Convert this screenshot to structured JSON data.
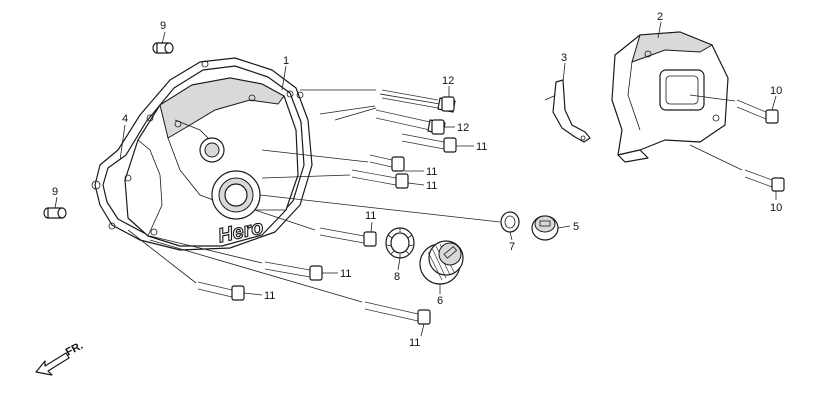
{
  "logo_text": "Hero",
  "direction_label": "FR.",
  "callouts": [
    {
      "id": "c9a",
      "label": "9"
    },
    {
      "id": "c9b",
      "label": "9"
    },
    {
      "id": "c1",
      "label": "1"
    },
    {
      "id": "c4",
      "label": "4"
    },
    {
      "id": "c2",
      "label": "2"
    },
    {
      "id": "c3",
      "label": "3"
    },
    {
      "id": "c12a",
      "label": "12"
    },
    {
      "id": "c12b",
      "label": "12"
    },
    {
      "id": "c11a",
      "label": "11"
    },
    {
      "id": "c11b",
      "label": "11"
    },
    {
      "id": "c11c",
      "label": "11"
    },
    {
      "id": "c11d",
      "label": "11"
    },
    {
      "id": "c11e",
      "label": "11"
    },
    {
      "id": "c11f",
      "label": "11"
    },
    {
      "id": "c11g",
      "label": "11"
    },
    {
      "id": "c10a",
      "label": "10"
    },
    {
      "id": "c10b",
      "label": "10"
    },
    {
      "id": "c5",
      "label": "5"
    },
    {
      "id": "c6",
      "label": "6"
    },
    {
      "id": "c7",
      "label": "7"
    },
    {
      "id": "c8",
      "label": "8"
    }
  ]
}
